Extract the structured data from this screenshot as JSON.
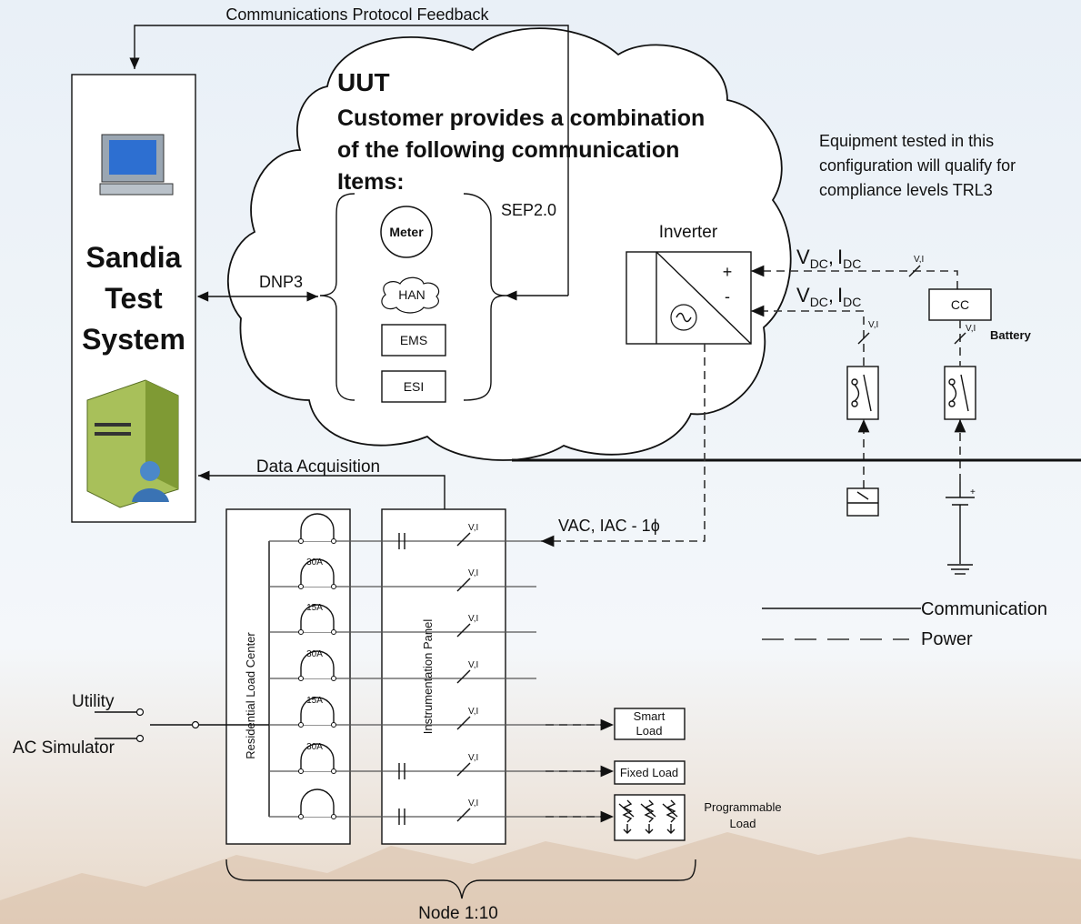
{
  "top": {
    "feedback_label": "Communications Protocol Feedback"
  },
  "system": {
    "title_line1": "Sandia",
    "title_line2": "Test",
    "title_line3": "System"
  },
  "uut": {
    "title": "UUT",
    "desc_line1": "Customer provides a combination",
    "desc_line2": "of the following communication",
    "desc_line3": "Items:",
    "items": [
      "Meter",
      "HAN",
      "EMS",
      "ESI"
    ]
  },
  "protocols": {
    "sep": "SEP2.0",
    "dnp": "DNP3"
  },
  "note": {
    "line1": "Equipment tested in this",
    "line2": "configuration will qualify for",
    "line3": "compliance levels TRL3"
  },
  "inverter": {
    "label": "Inverter",
    "plus": "+",
    "minus": "-"
  },
  "dc": {
    "v": "V",
    "v_sub": "DC",
    "sep": ",",
    "i": "I",
    "i_sub": "DC"
  },
  "sensor_label": "V,I",
  "battery": {
    "cc": "CC",
    "label": "Battery",
    "plus": "+"
  },
  "daq": {
    "label": "Data Acquisition"
  },
  "ac": {
    "label": "VAC, IAC  - 1ϕ"
  },
  "panels": {
    "load_center": "Residential Load Center",
    "instrumentation": "Instrumentation Panel"
  },
  "breakers": [
    "",
    "30A",
    "15A",
    "30A",
    "15A",
    "30A",
    ""
  ],
  "sources": {
    "utility": "Utility",
    "simulator": "AC Simulator"
  },
  "loads": {
    "smart_line1": "Smart",
    "smart_line2": "Load",
    "fixed": "Fixed Load",
    "prog_line1": "Programmable",
    "prog_line2": "Load"
  },
  "legend": {
    "communication": "Communication",
    "power": "Power"
  },
  "node": "Node 1:10"
}
